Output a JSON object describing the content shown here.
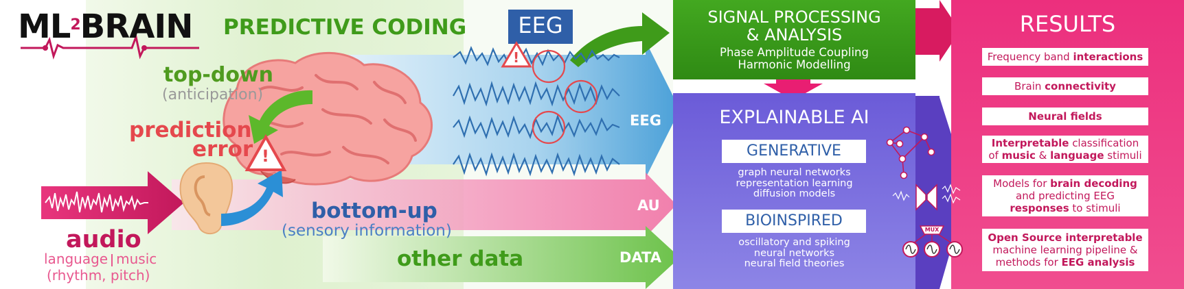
{
  "logo": {
    "text_left": "ML",
    "superscript": "2",
    "text_right": "BRAIN"
  },
  "predictive_coding": {
    "title": "PREDICTIVE CODING",
    "top_down": "top-down",
    "anticipation": "(anticipation)",
    "prediction_error_1": "prediction",
    "prediction_error_2": "error",
    "bottom_up": "bottom-up",
    "sensory": "(sensory information)",
    "warning_glyph": "!"
  },
  "audio": {
    "title": "audio",
    "line1_a": "language",
    "line1_b": "music",
    "line2": "(rhythm, pitch)"
  },
  "eeg_label": "EEG",
  "streams": {
    "eeg": "EEG",
    "au": "AU",
    "data": "DATA",
    "other": "other data"
  },
  "signal": {
    "title_1": "SIGNAL PROCESSING",
    "title_2": "& ANALYSIS",
    "sub_1": "Phase Amplitude Coupling",
    "sub_2": "Harmonic Modelling"
  },
  "xai": {
    "title": "EXPLAINABLE AI",
    "generative": {
      "title": "GENERATIVE",
      "l1": "graph neural networks",
      "l2": "representation learning",
      "l3": "diffusion models"
    },
    "bioinspired": {
      "title": "BIOINSPIRED",
      "l1": "oscillatory and spiking",
      "l2": "neural networks",
      "l3": "neural field theories"
    },
    "mux": "MUX"
  },
  "results": {
    "title": "RESULTS",
    "items": [
      {
        "a": "Frequency band ",
        "b": "interactions",
        "c": "",
        "d": "",
        "e": "",
        "f": ""
      },
      {
        "a": "Brain ",
        "b": "connectivity",
        "c": "",
        "d": "",
        "e": "",
        "f": ""
      },
      {
        "a": "",
        "b": "Neural fields",
        "c": "",
        "d": "",
        "e": "",
        "f": ""
      },
      {
        "a": "",
        "b": "Interpretable",
        "c": " classification of ",
        "d": "music",
        "e": " & ",
        "f": "language",
        "g": " stimuli"
      },
      {
        "a": "Models for ",
        "b": "brain decoding",
        "c": " and predicting EEG ",
        "d": "responses",
        "e": " to stimuli"
      },
      {
        "a": "",
        "b": "Open Source interpretable",
        "c": " machine learning pipeline & methods for ",
        "d": "EEG analysis"
      }
    ]
  },
  "colors": {
    "green": "#3f9b1a",
    "pink": "#e91e72",
    "purple": "#6f5fd6",
    "blue": "#2f5fa8",
    "red": "#e5484d"
  }
}
